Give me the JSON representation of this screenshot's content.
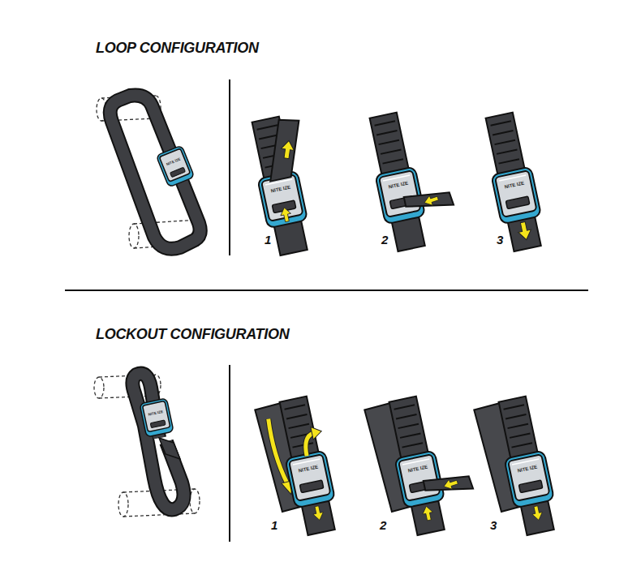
{
  "diagram": {
    "labels": [
      "LOOP CONFIGURATION",
      "NITE IZE",
      "NITE IZE",
      "NITE IZE",
      "NITE IZE",
      "1",
      "2",
      "3",
      "LOCKOUT CONFIGURATION",
      "NITE IZE",
      "NITE IZE",
      "NITE IZE",
      "NITE IZE",
      "1",
      "2",
      "3"
    ]
  }
}
